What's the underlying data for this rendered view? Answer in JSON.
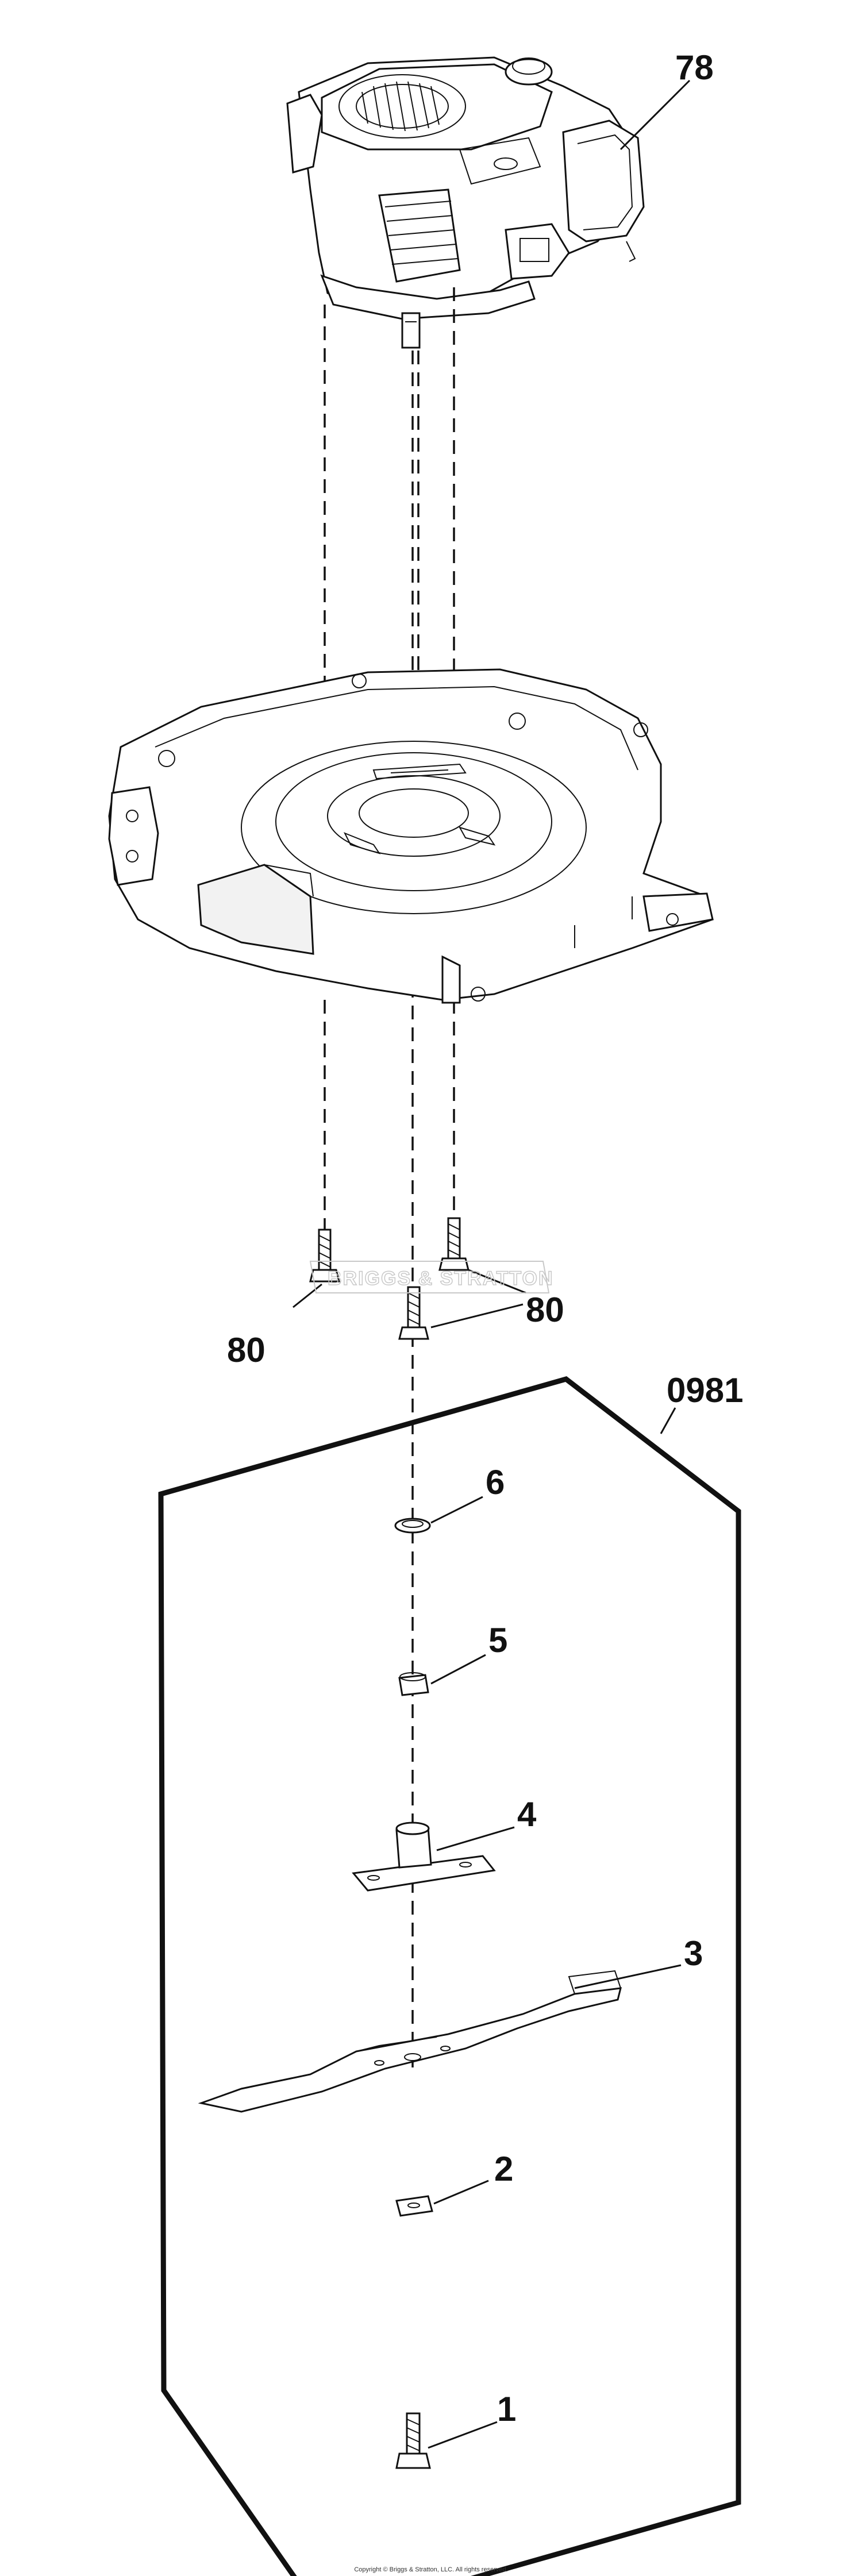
{
  "callouts": {
    "engine": "78",
    "bolt_left": "80",
    "bolt_right": "80",
    "kit": "0981",
    "item_6": "6",
    "item_5": "5",
    "item_4": "4",
    "item_3": "3",
    "item_2": "2",
    "item_1": "1"
  },
  "watermark": "BRIGGS & STRATTON",
  "footer": {
    "copyright": "Copyright © Briggs & Stratton, LLC. All rights reserved."
  },
  "colors": {
    "ink": "#111111",
    "background": "#ffffff",
    "watermark": "#c8c8c8"
  }
}
